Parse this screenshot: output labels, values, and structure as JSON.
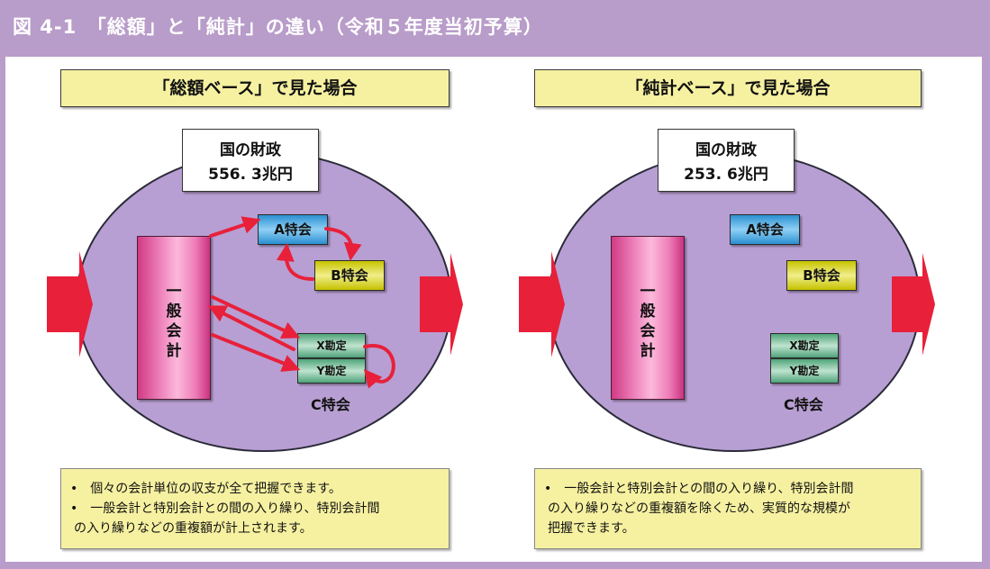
{
  "figure": {
    "title": "図 4-1　「総額」と「純計」の違い（令和５年度当初予算）"
  },
  "left": {
    "heading": "「総額ベース」で見た場合",
    "finance_label": "国の財政",
    "finance_value": "556. 3兆円",
    "general_account": [
      "一",
      "般",
      "会",
      "計"
    ],
    "a_label": "A特会",
    "b_label": "B特会",
    "x_label": "X勘定",
    "y_label": "Y勘定",
    "c_label": "C特会",
    "bullets": [
      "•　個々の会計単位の収支が全て把握できます。",
      "•　一般会計と特別会計との間の入り繰り、特別会計間",
      "の入り繰りなどの重複額が計上されます。"
    ]
  },
  "right": {
    "heading": "「純計ベース」で見た場合",
    "finance_label": "国の財政",
    "finance_value": "253. 6兆円",
    "general_account": [
      "一",
      "般",
      "会",
      "計"
    ],
    "a_label": "A特会",
    "b_label": "B特会",
    "x_label": "X勘定",
    "y_label": "Y勘定",
    "c_label": "C特会",
    "bullets": [
      "•　一般会計と特別会計との間の入り繰り、特別会計間",
      "の入り繰りなどの重複額を除くため、実質的な規模が",
      "把握できます。"
    ]
  },
  "colors": {
    "frame": "#b89cc9",
    "ellipse": "#b89fd3",
    "arrow_red": "#e8203a",
    "note_yellow": "#f6f1a1"
  }
}
